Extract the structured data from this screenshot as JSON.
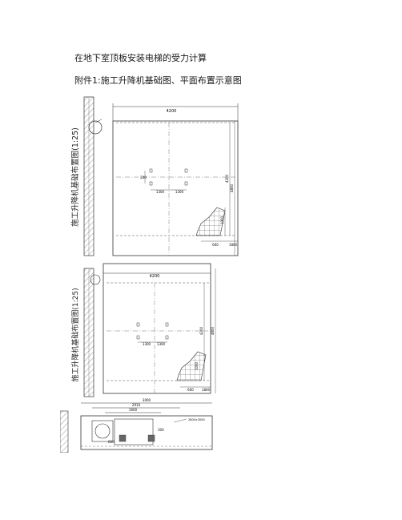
{
  "document": {
    "title": "在地下室顶板安装电梯的受力计算",
    "caption": "附件1:施工升降机基础图、平面布置示意图"
  },
  "drawing1": {
    "label": "施工升降机基础布置图(1:25)",
    "dims": {
      "top_width": "4200",
      "right_height_inner": "4200",
      "right_height_outer": "4800",
      "right_small": "1000",
      "bottom_left": "600",
      "bottom_right": "1800",
      "center_left": "1300",
      "center_right": "1300",
      "center_small": "200"
    }
  },
  "drawing2": {
    "label": "施工升降机基础布置图(1:25)",
    "dims": {
      "top_width": "4200",
      "right_height_inner": "4200",
      "right_height_outer": "4800",
      "right_small": "1000",
      "bottom_left": "600",
      "bottom_right": "1800",
      "center_left": "1300",
      "center_right": "1300"
    }
  },
  "drawing3": {
    "dims": {
      "top": "3000",
      "mid": "2910",
      "inner": "1600",
      "side_label": "2800×3000",
      "small": "300",
      "v": "600"
    }
  }
}
